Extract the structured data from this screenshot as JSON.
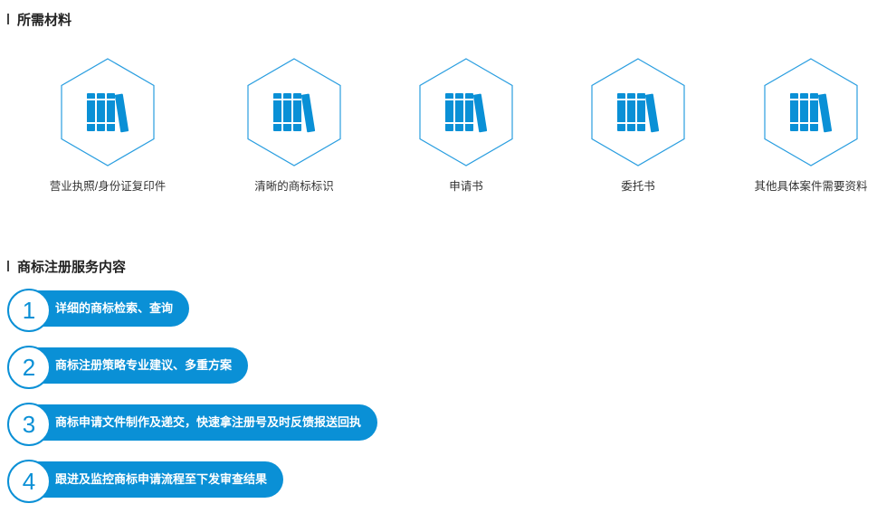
{
  "sections": {
    "materials_title": "所需材料",
    "services_title": "商标注册服务内容"
  },
  "materials": [
    {
      "label": "营业执照/身份证复印件",
      "icon": "books-icon"
    },
    {
      "label": "清晰的商标标识",
      "icon": "books-icon"
    },
    {
      "label": "申请书",
      "icon": "books-icon"
    },
    {
      "label": "委托书",
      "icon": "books-icon"
    },
    {
      "label": "其他具体案件需要资料",
      "icon": "books-icon"
    }
  ],
  "steps": [
    {
      "number": "1",
      "text": "详细的商标检索、查询"
    },
    {
      "number": "2",
      "text": "商标注册策略专业建议、多重方案"
    },
    {
      "number": "3",
      "text": "商标申请文件制作及递交，快速拿注册号及时反馈报送回执"
    },
    {
      "number": "4",
      "text": "跟进及监控商标申请流程至下发审查结果"
    }
  ],
  "colors": {
    "accent": "#0a90d6",
    "hex_border": "#2a9ee0",
    "text": "#333333"
  }
}
